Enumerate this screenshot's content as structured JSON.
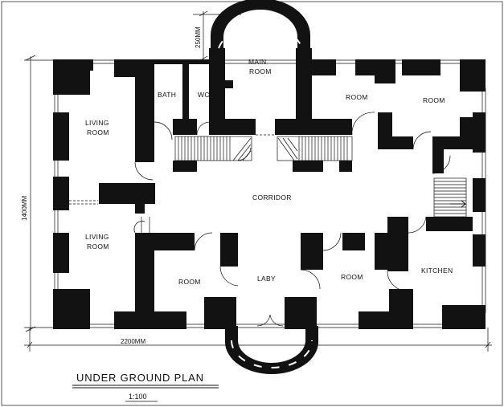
{
  "plan": {
    "title": "UNDER GROUND PLAN",
    "scale": "1:100"
  },
  "dimensions": {
    "width": "2200MM",
    "height": "1400MM",
    "bay": "250MM"
  },
  "rooms": {
    "main_room": [
      "MAIN",
      "ROOM"
    ],
    "bath": "BATH",
    "wc": "WC",
    "room_top_1": "ROOM",
    "room_top_2": "ROOM",
    "living_room_top": [
      "LIVING",
      "ROOM"
    ],
    "living_room_bottom": [
      "LIVING",
      "ROOM"
    ],
    "corridor": "CORRIDOR",
    "room_bottom_left": "ROOM",
    "laby": "LABY",
    "room_bottom_mid": "ROOM",
    "kitchen": "KITCHEN"
  }
}
